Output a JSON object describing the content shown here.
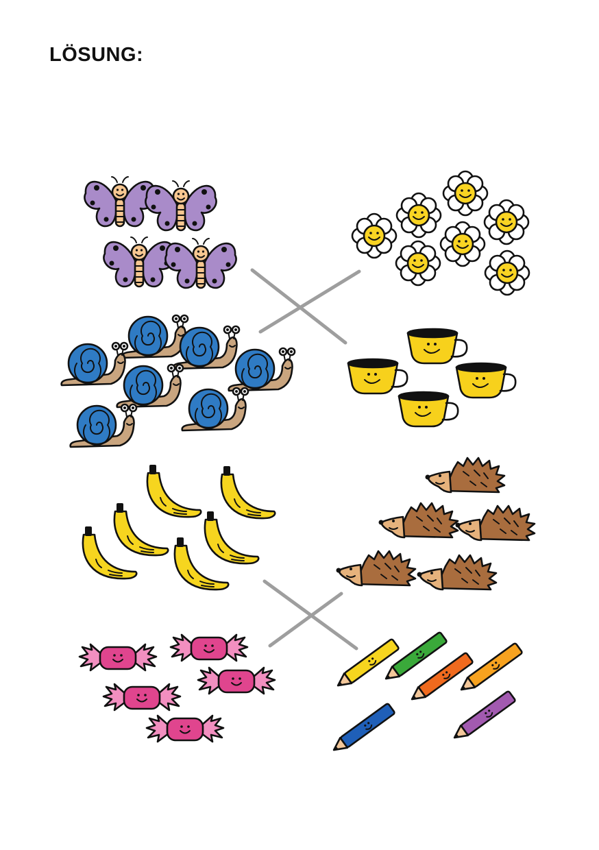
{
  "heading": "LÖSUNG:",
  "colors": {
    "butterfly": "#a98bc9",
    "snail_shell": "#2f7bc4",
    "snail_body": "#c9a57f",
    "banana": "#f6d51f",
    "candy": "#e0458e",
    "candy_wrap": "#f28fc0",
    "flower_center": "#f9d423",
    "cup": "#f7d11c",
    "hedgehog_spines": "#a96d3e",
    "hedgehog_face": "#e6b27c",
    "connector_lines": "#9e9e9e"
  },
  "groups": [
    {
      "id": "butterflies",
      "icon": "butterfly-icon",
      "count": 4
    },
    {
      "id": "snails",
      "icon": "snail-icon",
      "count": 7
    },
    {
      "id": "bananas",
      "icon": "banana-icon",
      "count": 6
    },
    {
      "id": "candies",
      "icon": "candy-icon",
      "count": 5
    },
    {
      "id": "flowers",
      "icon": "flower-icon",
      "count": 7
    },
    {
      "id": "cups",
      "icon": "cup-icon",
      "count": 4
    },
    {
      "id": "hedgehogs",
      "icon": "hedgehog-icon",
      "count": 5
    },
    {
      "id": "pencils",
      "icon": "pencil-icon",
      "count": 6
    }
  ],
  "pencil_colors": [
    "#f6d51f",
    "#3aa93a",
    "#f06a1e",
    "#f7a21f",
    "#1f5fb8",
    "#a25ab0"
  ],
  "matches": [
    {
      "from": "butterflies",
      "to": "cups"
    },
    {
      "from": "snails",
      "to": "flowers"
    },
    {
      "from": "bananas",
      "to": "pencils"
    },
    {
      "from": "candies",
      "to": "hedgehogs"
    }
  ]
}
